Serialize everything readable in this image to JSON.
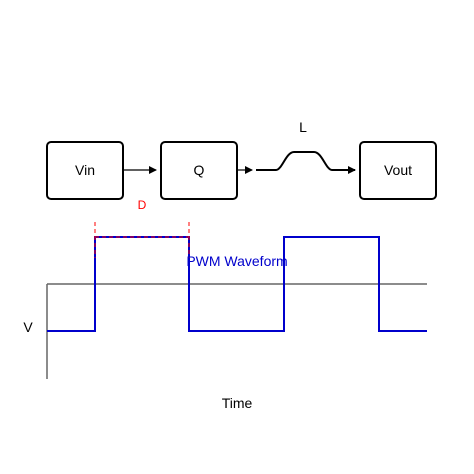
{
  "blocks": {
    "vin": "Vin",
    "q": "Q",
    "vout": "Vout"
  },
  "inductor_label": "L",
  "duty_label": "D",
  "waveform_label": "PWM Waveform",
  "y_label": "V",
  "x_label": "Time",
  "colors": {
    "waveform": "#0000cc",
    "duty_marker": "#ff0000",
    "axis": "#666666",
    "box_stroke": "#000000"
  }
}
